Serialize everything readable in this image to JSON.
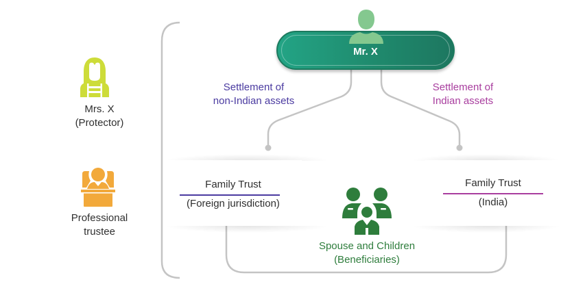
{
  "settlor": {
    "name": "Mr. X",
    "icon": "person-silhouette-icon"
  },
  "branches": {
    "left": {
      "line1": "Settlement of",
      "line2": "non-Indian assets",
      "color": "#4a3aa0"
    },
    "right": {
      "line1": "Settlement of",
      "line2": "Indian assets",
      "color": "#a83d9e"
    }
  },
  "trusts": {
    "foreign": {
      "title": "Family Trust",
      "subtitle": "(Foreign jurisdiction)",
      "rule_color": "#4a3aa0"
    },
    "india": {
      "title": "Family Trust",
      "subtitle": "(India)",
      "rule_color": "#a83d9e"
    }
  },
  "beneficiaries": {
    "line1": "Spouse and Children",
    "line2": "(Beneficiaries)",
    "color": "#2e7d3c",
    "icon": "family-group-icon"
  },
  "protector": {
    "line1": "Mrs. X",
    "line2": "(Protector)",
    "icon": "woman-icon",
    "color": "#cddc39"
  },
  "trustee": {
    "line1": "Professional",
    "line2": "trustee",
    "icon": "trustee-desk-icon",
    "color": "#f2a93b"
  }
}
